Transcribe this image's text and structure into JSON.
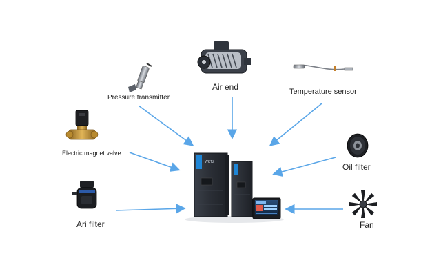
{
  "center": {
    "brand_text": "WKTZ"
  },
  "components": {
    "pressure_transmitter": "Pressure transmitter",
    "air_end": "Air end",
    "temperature_sensor": "Temperature sensor",
    "electric_magnet_valve": "Electric magnet valve",
    "oil_filter": "Oil filter",
    "ari_filter": "Ari filter",
    "fan": "Fan"
  },
  "colors": {
    "arrow": "#5aa6e8",
    "cabinet": "#2b2f36",
    "cabinet_edge": "#3b4049",
    "accent_blue": "#1f86d6",
    "brass": "#c79a3d"
  }
}
